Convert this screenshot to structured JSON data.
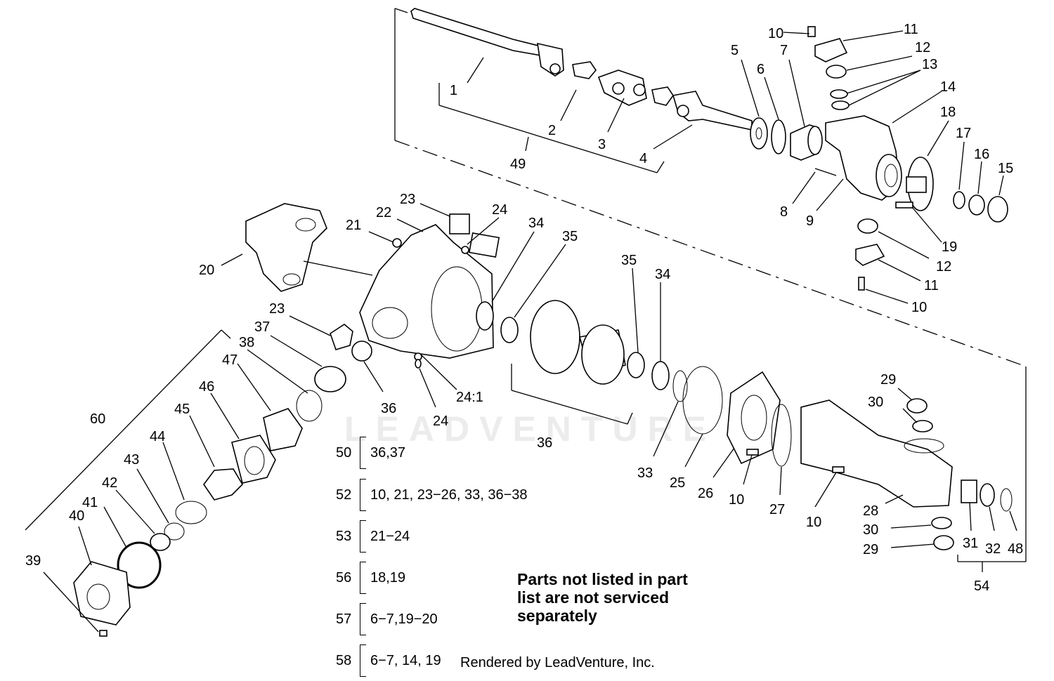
{
  "watermark": "LEADVENTURE",
  "note": "Parts not listed in part list are not serviced separately",
  "credit": "Rendered by LeadVenture, Inc.",
  "callouts": [
    {
      "id": "c1",
      "text": "1"
    },
    {
      "id": "c2",
      "text": "2"
    },
    {
      "id": "c3",
      "text": "3"
    },
    {
      "id": "c4",
      "text": "4"
    },
    {
      "id": "c49",
      "text": "49"
    },
    {
      "id": "c5",
      "text": "5"
    },
    {
      "id": "c6",
      "text": "6"
    },
    {
      "id": "c7",
      "text": "7"
    },
    {
      "id": "c10a",
      "text": "10"
    },
    {
      "id": "c11a",
      "text": "11"
    },
    {
      "id": "c12a",
      "text": "12"
    },
    {
      "id": "c13",
      "text": "13"
    },
    {
      "id": "c14",
      "text": "14"
    },
    {
      "id": "c18",
      "text": "18"
    },
    {
      "id": "c17",
      "text": "17"
    },
    {
      "id": "c16",
      "text": "16"
    },
    {
      "id": "c15",
      "text": "15"
    },
    {
      "id": "c8",
      "text": "8"
    },
    {
      "id": "c9",
      "text": "9"
    },
    {
      "id": "c19",
      "text": "19"
    },
    {
      "id": "c12b",
      "text": "12"
    },
    {
      "id": "c11b",
      "text": "11"
    },
    {
      "id": "c10b",
      "text": "10"
    },
    {
      "id": "c20",
      "text": "20"
    },
    {
      "id": "c21",
      "text": "21"
    },
    {
      "id": "c22",
      "text": "22"
    },
    {
      "id": "c23a",
      "text": "23"
    },
    {
      "id": "c24a",
      "text": "24"
    },
    {
      "id": "c34a",
      "text": "34"
    },
    {
      "id": "c35a",
      "text": "35"
    },
    {
      "id": "c35b",
      "text": "35"
    },
    {
      "id": "c34b",
      "text": "34"
    },
    {
      "id": "c23b",
      "text": "23"
    },
    {
      "id": "c37",
      "text": "37"
    },
    {
      "id": "c38",
      "text": "38"
    },
    {
      "id": "c36a",
      "text": "36"
    },
    {
      "id": "c24_1",
      "text": "24:1"
    },
    {
      "id": "c24b",
      "text": "24"
    },
    {
      "id": "c36b",
      "text": "36"
    },
    {
      "id": "c60",
      "text": "60"
    },
    {
      "id": "c47",
      "text": "47"
    },
    {
      "id": "c46",
      "text": "46"
    },
    {
      "id": "c45",
      "text": "45"
    },
    {
      "id": "c44",
      "text": "44"
    },
    {
      "id": "c43",
      "text": "43"
    },
    {
      "id": "c42",
      "text": "42"
    },
    {
      "id": "c41",
      "text": "41"
    },
    {
      "id": "c40",
      "text": "40"
    },
    {
      "id": "c39",
      "text": "39"
    },
    {
      "id": "c33",
      "text": "33"
    },
    {
      "id": "c25",
      "text": "25"
    },
    {
      "id": "c26",
      "text": "26"
    },
    {
      "id": "c10c",
      "text": "10"
    },
    {
      "id": "c27",
      "text": "27"
    },
    {
      "id": "c10d",
      "text": "10"
    },
    {
      "id": "c29a",
      "text": "29"
    },
    {
      "id": "c30a",
      "text": "30"
    },
    {
      "id": "c28",
      "text": "28"
    },
    {
      "id": "c30b",
      "text": "30"
    },
    {
      "id": "c29b",
      "text": "29"
    },
    {
      "id": "c31",
      "text": "31"
    },
    {
      "id": "c32",
      "text": "32"
    },
    {
      "id": "c48",
      "text": "48"
    },
    {
      "id": "c54",
      "text": "54"
    }
  ],
  "kits": [
    {
      "number": "50",
      "parts": "36,37"
    },
    {
      "number": "52",
      "parts": "10, 21, 23−26, 33, 36−38"
    },
    {
      "number": "53",
      "parts": "21−24"
    },
    {
      "number": "56",
      "parts": "18,19"
    },
    {
      "number": "57",
      "parts": "6−7,19−20"
    },
    {
      "number": "58",
      "parts": "6−7, 14, 19"
    }
  ]
}
